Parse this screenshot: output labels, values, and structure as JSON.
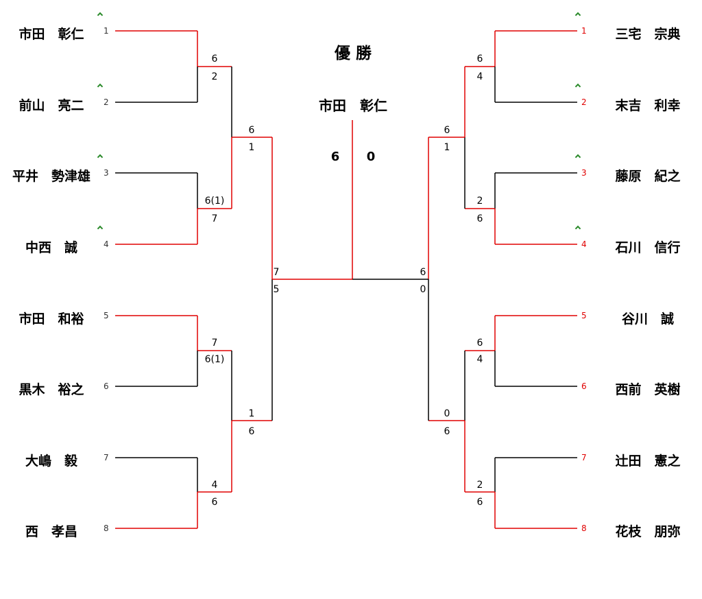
{
  "title": "優 勝",
  "champion": "市田　彰仁",
  "final_scores": [
    "6",
    "0"
  ],
  "colors": {
    "winner_line": "#e00000",
    "loser_line": "#000000",
    "tick": "#2a8a2a"
  },
  "left_players": [
    {
      "seed": "1",
      "name": "市田　彰仁"
    },
    {
      "seed": "2",
      "name": "前山　亮二"
    },
    {
      "seed": "3",
      "name": "平井　勢津雄"
    },
    {
      "seed": "4",
      "name": "中西　誠"
    },
    {
      "seed": "5",
      "name": "市田　和裕"
    },
    {
      "seed": "6",
      "name": "黒木　裕之"
    },
    {
      "seed": "7",
      "name": "大嶋　毅"
    },
    {
      "seed": "8",
      "name": "西　孝昌"
    }
  ],
  "right_players": [
    {
      "seed": "1",
      "name": "三宅　宗典"
    },
    {
      "seed": "2",
      "name": "末吉　利幸"
    },
    {
      "seed": "3",
      "name": "藤原　紀之"
    },
    {
      "seed": "4",
      "name": "石川　信行"
    },
    {
      "seed": "5",
      "name": "谷川　誠"
    },
    {
      "seed": "6",
      "name": "西前　英樹"
    },
    {
      "seed": "7",
      "name": "辻田　憲之"
    },
    {
      "seed": "8",
      "name": "花枝　朋弥"
    }
  ],
  "left_r1_scores": [
    [
      "6",
      "2"
    ],
    [
      "6(1)",
      "7"
    ],
    [
      "7",
      "6(1)"
    ],
    [
      "4",
      "6"
    ]
  ],
  "left_r2_scores": [
    [
      "6",
      "1"
    ],
    [
      "1",
      "6"
    ]
  ],
  "left_r3_scores": [
    "7",
    "5"
  ],
  "right_r1_scores": [
    [
      "6",
      "4"
    ],
    [
      "2",
      "6"
    ],
    [
      "6",
      "4"
    ],
    [
      "2",
      "6"
    ]
  ],
  "right_r2_scores": [
    [
      "6",
      "1"
    ],
    [
      "0",
      "6"
    ]
  ],
  "right_r3_scores": [
    "6",
    "0"
  ]
}
